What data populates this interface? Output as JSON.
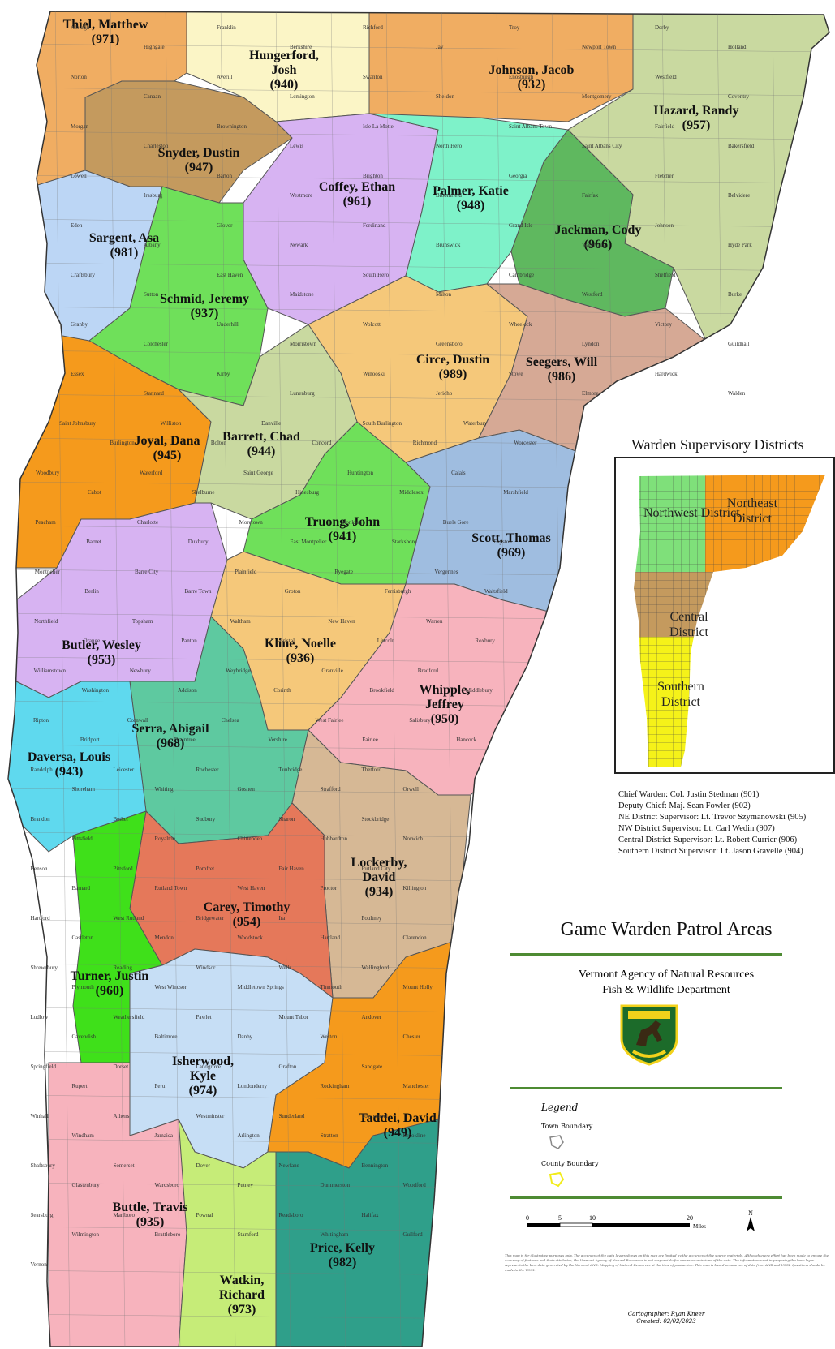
{
  "title": "Game Warden Patrol Areas",
  "agency": {
    "line1": "Vermont Agency of Natural Resources",
    "line2": "Fish & Wildlife Department"
  },
  "inset": {
    "title": "Warden Supervisory Districts",
    "districts": [
      {
        "label": "Northwest District",
        "color": "#7fe07a"
      },
      {
        "label": "Northeast District",
        "color": "#f59a1c"
      },
      {
        "label": "Central District",
        "color": "#c49a5e"
      },
      {
        "label": "Southern District",
        "color": "#f5f219"
      }
    ]
  },
  "staff": [
    "Chief Warden: Col. Justin Stedman (901)",
    "Deputy Chief: Maj. Sean Fowler (902)",
    "NE District Supervisor: Lt. Trevor Szymanowski (905)",
    "NW District Supervisor: Lt. Carl Wedin (907)",
    "Central District Supervisor: Lt. Robert Currier (906)",
    "Southern District Supervisor: Lt. Jason Gravelle (904)"
  ],
  "legend": {
    "title": "Legend",
    "items": [
      {
        "label": "Town Boundary",
        "color": "#888888"
      },
      {
        "label": "County Boundary",
        "color": "#f2ec1a"
      }
    ]
  },
  "scale": {
    "ticks": [
      "0",
      "5",
      "10",
      "20"
    ],
    "unit": "Miles",
    "north": "N"
  },
  "disclaimer": "This map is for illustrative purposes only. The accuracy of the data layers shown on this map are limited by the accuracy of the source materials. Although every effort has been made to ensure the accuracy of features and their attributes, the Vermont Agency of Natural Resources is not responsible for errors or omissions of the data. The information used in preparing the base layer represents the best data generated by the Vermont ANR. Mapping of Natural Resources at the time of production. This map is based on sources of data from ANR and VCGI. Questions should be made to the VCGI.",
  "credit": {
    "cartographer": "Cartographer: Ryan Kneer",
    "created": "Created: 02/02/2023"
  },
  "patrol_areas": [
    {
      "name": "Thiel, Matthew",
      "id": "(971)",
      "color": "#f0ad62"
    },
    {
      "name": "Hungerford, Josh",
      "id": "(940)",
      "color": "#fbf5c6"
    },
    {
      "name": "Johnson, Jacob",
      "id": "(932)",
      "color": "#f0ad62"
    },
    {
      "name": "Hazard, Randy",
      "id": "(957)",
      "color": "#c9d9a0"
    },
    {
      "name": "Snyder, Dustin",
      "id": "(947)",
      "color": "#c49a5e"
    },
    {
      "name": "Coffey, Ethan",
      "id": "(961)",
      "color": "#d7b3f2"
    },
    {
      "name": "Palmer, Katie",
      "id": "(948)",
      "color": "#7ef2c9"
    },
    {
      "name": "Jackman, Cody",
      "id": "(966)",
      "color": "#5fb85f"
    },
    {
      "name": "Sargent, Asa",
      "id": "(981)",
      "color": "#bcd6f5"
    },
    {
      "name": "Schmid, Jeremy",
      "id": "(937)",
      "color": "#6fe05a"
    },
    {
      "name": "Circe, Dustin",
      "id": "(989)",
      "color": "#f5c87a"
    },
    {
      "name": "Seegers, Will",
      "id": "(986)",
      "color": "#d6a995"
    },
    {
      "name": "Joyal, Dana",
      "id": "(945)",
      "color": "#f59a1c"
    },
    {
      "name": "Barrett, Chad",
      "id": "(944)",
      "color": "#c9d9a0"
    },
    {
      "name": "Truong, John",
      "id": "(941)",
      "color": "#6fe05a"
    },
    {
      "name": "Scott, Thomas",
      "id": "(969)",
      "color": "#9fbde0"
    },
    {
      "name": "Butler, Wesley",
      "id": "(953)",
      "color": "#d7b3f2"
    },
    {
      "name": "Kline, Noelle",
      "id": "(936)",
      "color": "#f5c87a"
    },
    {
      "name": "Whipple, Jeffrey",
      "id": "(950)",
      "color": "#f7b3bd"
    },
    {
      "name": "Serra, Abigail",
      "id": "(968)",
      "color": "#5ec9a0"
    },
    {
      "name": "Daversa, Louis",
      "id": "(943)",
      "color": "#5fd9ee"
    },
    {
      "name": "Lockerby, David",
      "id": "(934)",
      "color": "#d6b895"
    },
    {
      "name": "Carey, Timothy",
      "id": "(954)",
      "color": "#e5785a"
    },
    {
      "name": "Turner, Justin",
      "id": "(960)",
      "color": "#3fe01a"
    },
    {
      "name": "Isherwood, Kyle",
      "id": "(974)",
      "color": "#c6def5"
    },
    {
      "name": "Taddei, David",
      "id": "(949)",
      "color": "#f59a1c"
    },
    {
      "name": "Buttle, Travis",
      "id": "(935)",
      "color": "#f7b3bd"
    },
    {
      "name": "Price, Kelly",
      "id": "(982)",
      "color": "#2f9f8a"
    },
    {
      "name": "Watkin, Richard",
      "id": "(973)",
      "color": "#c6ec78"
    }
  ],
  "towns": [
    "Alburgh",
    "Highgate",
    "Franklin",
    "Berkshire",
    "Richford",
    "Jay",
    "Troy",
    "Newport Town",
    "Derby",
    "Holland",
    "Norton",
    "Canaan",
    "Averill",
    "Lemington",
    "Swanton",
    "Sheldon",
    "Enosburgh",
    "Montgomery",
    "Westfield",
    "Coventry",
    "Morgan",
    "Charleston",
    "Brownington",
    "Lewis",
    "Isle La Motte",
    "North Hero",
    "Saint Albans Town",
    "Saint Albans City",
    "Fairfield",
    "Bakersfield",
    "Lowell",
    "Irasburg",
    "Barton",
    "Westmore",
    "Brighton",
    "Bloomfield",
    "Georgia",
    "Fairfax",
    "Fletcher",
    "Belvidere",
    "Eden",
    "Albany",
    "Glover",
    "Newark",
    "Ferdinand",
    "Brunswick",
    "Grand Isle",
    "Waterville",
    "Johnson",
    "Hyde Park",
    "Craftsbury",
    "Sutton",
    "East Haven",
    "Maidstone",
    "South Hero",
    "Milton",
    "Cambridge",
    "Westford",
    "Sheffield",
    "Burke",
    "Granby",
    "Colchester",
    "Underhill",
    "Morristown",
    "Wolcott",
    "Greensboro",
    "Wheelock",
    "Lyndon",
    "Victory",
    "Guildhall",
    "Essex",
    "Stannard",
    "Kirby",
    "Lunenburg",
    "Winooski",
    "Jericho",
    "Stowe",
    "Elmore",
    "Hardwick",
    "Walden",
    "Saint Johnsbury",
    "Burlington",
    "Williston",
    "Bolton",
    "Danville",
    "Concord",
    "South Burlington",
    "Richmond",
    "Waterbury",
    "Worcester",
    "Woodbury",
    "Cabot",
    "Waterford",
    "Shelburne",
    "Saint George",
    "Hinesburg",
    "Huntington",
    "Middlesex",
    "Calais",
    "Marshfield",
    "Peacham",
    "Barnet",
    "Charlotte",
    "Duxbury",
    "Moretown",
    "East Montpelier",
    "Monkton",
    "Starksboro",
    "Buels Gore",
    "Fayston",
    "Montpelier",
    "Berlin",
    "Barre City",
    "Barre Town",
    "Plainfield",
    "Groton",
    "Ryegate",
    "Ferrisburgh",
    "Vergennes",
    "Waitsfield",
    "Northfield",
    "Orange",
    "Topsham",
    "Panton",
    "Waltham",
    "Bristol",
    "New Haven",
    "Lincoln",
    "Warren",
    "Roxbury",
    "Williamstown",
    "Washington",
    "Newbury",
    "Addison",
    "Weybridge",
    "Corinth",
    "Granville",
    "Brookfield",
    "Bradford",
    "Middlebury",
    "Ripton",
    "Bridport",
    "Cornwall",
    "Braintree",
    "Chelsea",
    "Vershire",
    "West Fairlee",
    "Fairlee",
    "Salisbury",
    "Hancock",
    "Randolph",
    "Shoreham",
    "Leicester",
    "Whiting",
    "Rochester",
    "Goshen",
    "Tunbridge",
    "Strafford",
    "Thetford",
    "Orwell",
    "Brandon",
    "Pittsfield",
    "Bethel",
    "Royalton",
    "Sudbury",
    "Chittenden",
    "Sharon",
    "Hubbardton",
    "Stockbridge",
    "Norwich",
    "Benson",
    "Barnard",
    "Pittsford",
    "Rutland Town",
    "Pomfret",
    "West Haven",
    "Fair Haven",
    "Proctor",
    "Rutland City",
    "Killington",
    "Hartford",
    "Castleton",
    "West Rutland",
    "Mendon",
    "Bridgewater",
    "Woodstock",
    "Ira",
    "Hartland",
    "Poultney",
    "Clarendon",
    "Shrewsbury",
    "Plymouth",
    "Reading",
    "West Windsor",
    "Windsor",
    "Middletown Springs",
    "Wells",
    "Tinmouth",
    "Wallingford",
    "Mount Holly",
    "Ludlow",
    "Cavendish",
    "Weathersfield",
    "Baltimore",
    "Pawlet",
    "Danby",
    "Mount Tabor",
    "Weston",
    "Andover",
    "Chester",
    "Springfield",
    "Rupert",
    "Dorset",
    "Peru",
    "Landgrove",
    "Londonderry",
    "Grafton",
    "Rockingham",
    "Sandgate",
    "Manchester",
    "Winhall",
    "Windham",
    "Athens",
    "Jamaica",
    "Westminster",
    "Arlington",
    "Sunderland",
    "Stratton",
    "Townshend",
    "Brookline",
    "Shaftsbury",
    "Glastenbury",
    "Somerset",
    "Wardsboro",
    "Dover",
    "Putney",
    "Newfane",
    "Dummerston",
    "Bennington",
    "Woodford",
    "Searsburg",
    "Wilmington",
    "Marlboro",
    "Brattleboro",
    "Pownal",
    "Stamford",
    "Readsboro",
    "Whitingham",
    "Halifax",
    "Guilford",
    "Vernon"
  ]
}
